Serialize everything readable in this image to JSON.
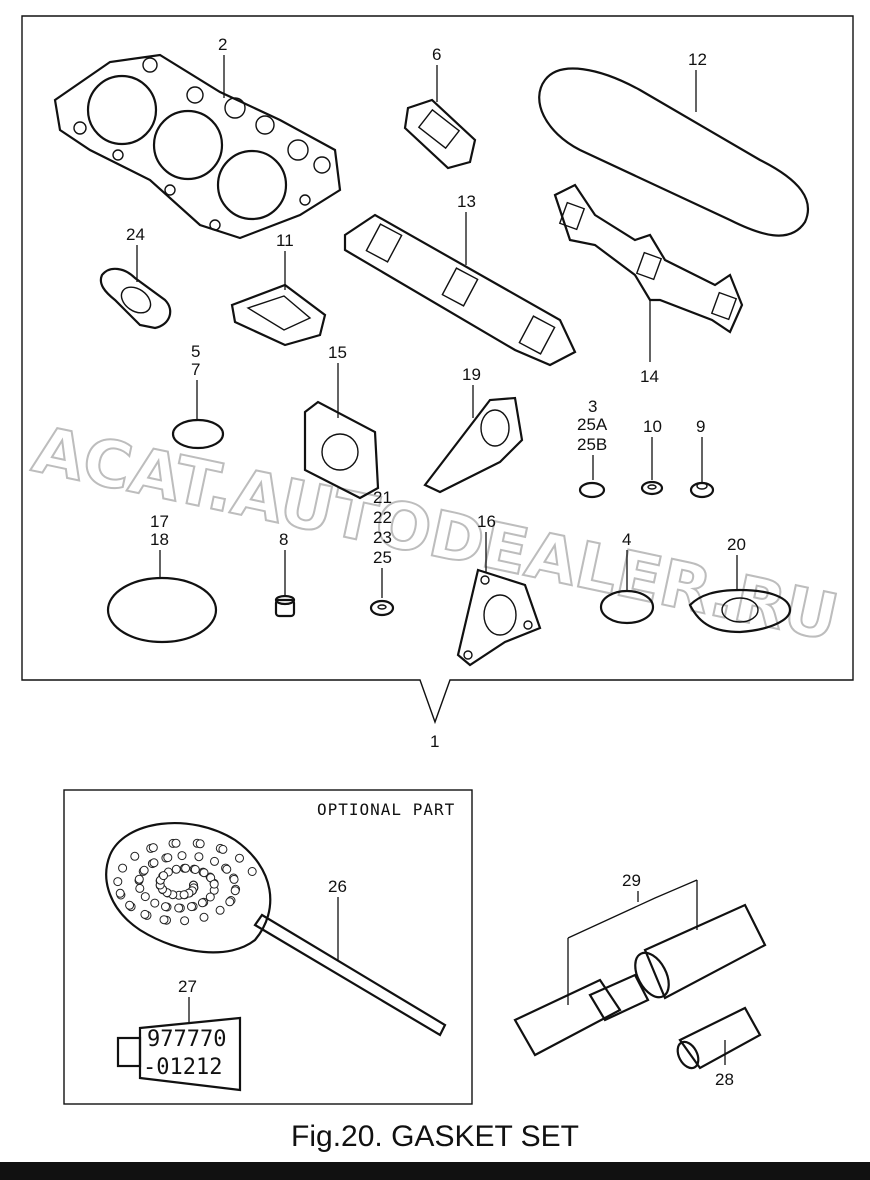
{
  "figure": {
    "caption": "Fig.20.  GASKET SET",
    "optional_label": "OPTIONAL PART",
    "watermark": "ACAT.AUTODEALER.RU",
    "tube_text_line1": "977770",
    "tube_text_line2": "-01212"
  },
  "callouts": {
    "c1": "1",
    "c2": "2",
    "c3": "3",
    "c4": "4",
    "c5": "5",
    "c6": "6",
    "c7": "7",
    "c8": "8",
    "c9": "9",
    "c10": "10",
    "c11": "11",
    "c12": "12",
    "c13": "13",
    "c14": "14",
    "c15": "15",
    "c16": "16",
    "c17": "17",
    "c18": "18",
    "c19": "19",
    "c20": "20",
    "c21": "21",
    "c22": "22",
    "c23": "23",
    "c24": "24",
    "c25": "25",
    "c25a": "25A",
    "c25b": "25B",
    "c26": "26",
    "c27": "27",
    "c28": "28",
    "c29": "29"
  }
}
